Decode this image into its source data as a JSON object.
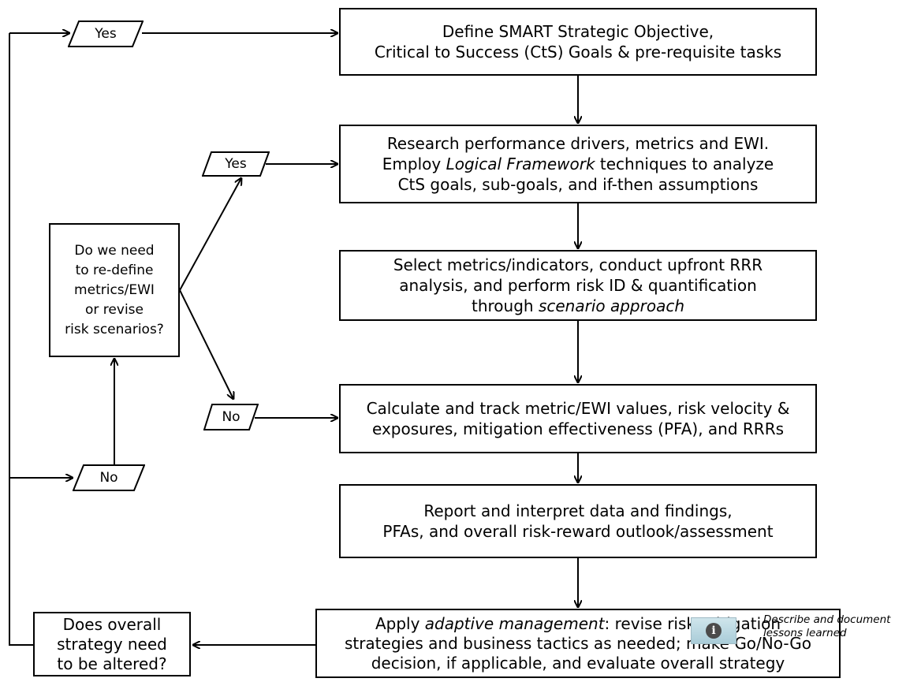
{
  "nodes": {
    "define": [
      "Define SMART Strategic Objective,",
      "Critical to Success (CtS) Goals & pre-requisite tasks"
    ],
    "research": [
      "Research performance drivers, metrics and EWI.",
      "Employ |Logical Framework| techniques to analyze",
      "CtS goals, sub-goals, and if-then assumptions"
    ],
    "select": [
      "Select metrics/indicators, conduct upfront RRR",
      "analysis, and perform risk ID & quantification",
      "through |scenario approach|"
    ],
    "calculate": [
      "Calculate and track metric/EWI values, risk velocity &",
      "exposures, mitigation effectiveness (PFA), and RRRs"
    ],
    "report": [
      "Report and interpret data and findings,",
      "PFAs, and overall risk-reward outlook/assessment"
    ],
    "apply": [
      "Apply |adaptive management|: revise risk mitigation",
      "strategies and business tactics as needed; make Go/No-Go",
      "decision, if applicable, and evaluate overall strategy"
    ],
    "redefine_question": [
      "Do we need",
      "to re-define",
      "metrics/EWI",
      "or revise",
      "risk scenarios?"
    ],
    "strategy_question": [
      "Does overall",
      "strategy need",
      "to be altered?"
    ]
  },
  "labels": {
    "yes_top": "Yes",
    "yes_mid": "Yes",
    "no_mid": "No",
    "no_bottom": "No"
  },
  "info": {
    "icon": "info-icon",
    "glyph": "i",
    "note": [
      "Describe and document",
      "lessons learned"
    ]
  },
  "colors": {
    "line": "#000000",
    "info_button": "#b9d8e2"
  }
}
